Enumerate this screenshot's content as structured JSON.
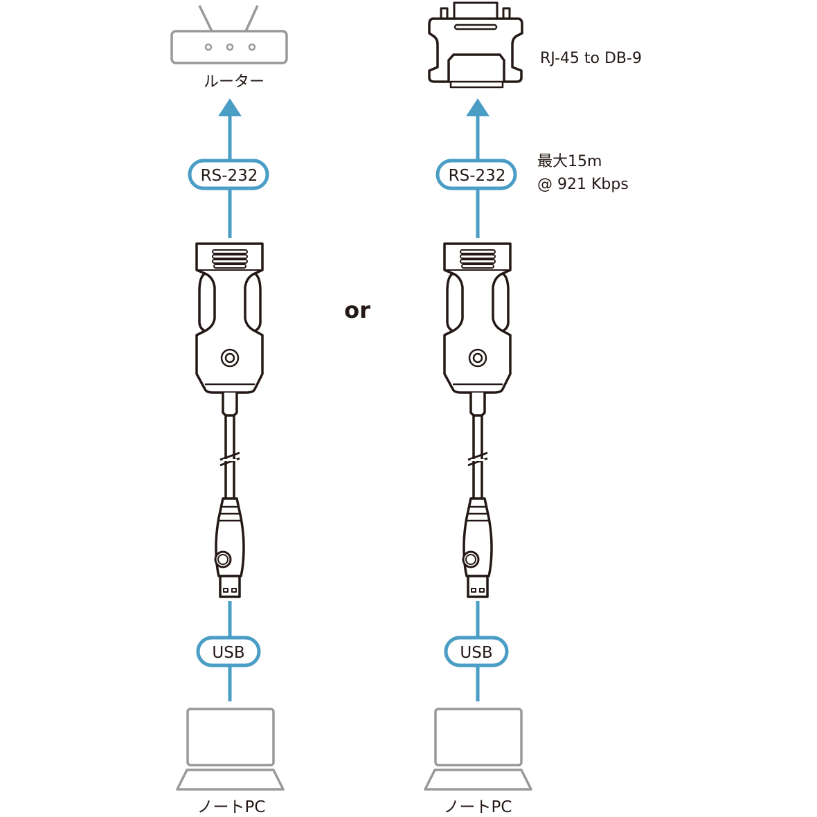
{
  "left": {
    "target_label": "ルーター",
    "upper_link_label": "RS-232",
    "lower_link_label": "USB",
    "host_label": "ノートPC"
  },
  "separator": "or",
  "right": {
    "target_label": "RJ-45 to DB-9",
    "upper_link_label": "RS-232",
    "spec_line1": "最大15m",
    "spec_line2": "@ 921 Kbps",
    "lower_link_label": "USB",
    "host_label": "ノートPC"
  },
  "colors": {
    "accent": "#4a9dc4",
    "line": "#231815",
    "device_gray": "#999999"
  }
}
